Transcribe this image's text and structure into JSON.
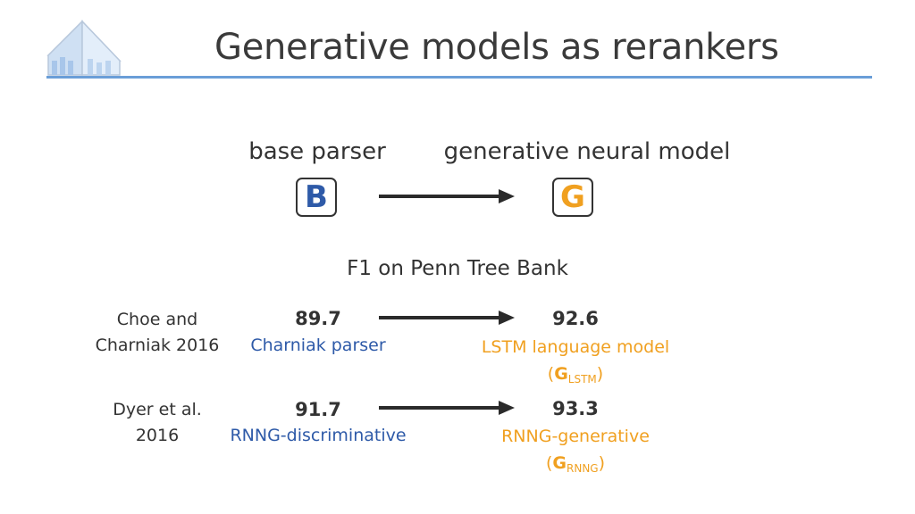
{
  "header": {
    "title": "Generative models as rerankers"
  },
  "diagram": {
    "base_label": "base parser",
    "gen_label": "generative neural model",
    "base_letter": "B",
    "gen_letter": "G"
  },
  "table": {
    "heading": "F1 on Penn Tree Bank",
    "rows": [
      {
        "cite_line1": "Choe and",
        "cite_line2": "Charniak 2016",
        "base_score": "89.7",
        "base_name": "Charniak parser",
        "gen_score": "92.6",
        "gen_name": "LSTM language model",
        "gen_paren_open": "(",
        "gen_sym": "G",
        "gen_sub": "LSTM",
        "gen_paren_close": ")"
      },
      {
        "cite_line1": "Dyer et al.",
        "cite_line2": "2016",
        "base_score": "91.7",
        "base_name": "RNNG-discriminative",
        "gen_score": "93.3",
        "gen_name": "RNNG-generative",
        "gen_paren_open": "(",
        "gen_sym": "G",
        "gen_sub": "RNNG",
        "gen_paren_close": ")"
      }
    ]
  },
  "colors": {
    "accent_blue": "#2e5aa8",
    "accent_orange": "#f0a020",
    "rule_blue": "#6a9ed8"
  }
}
